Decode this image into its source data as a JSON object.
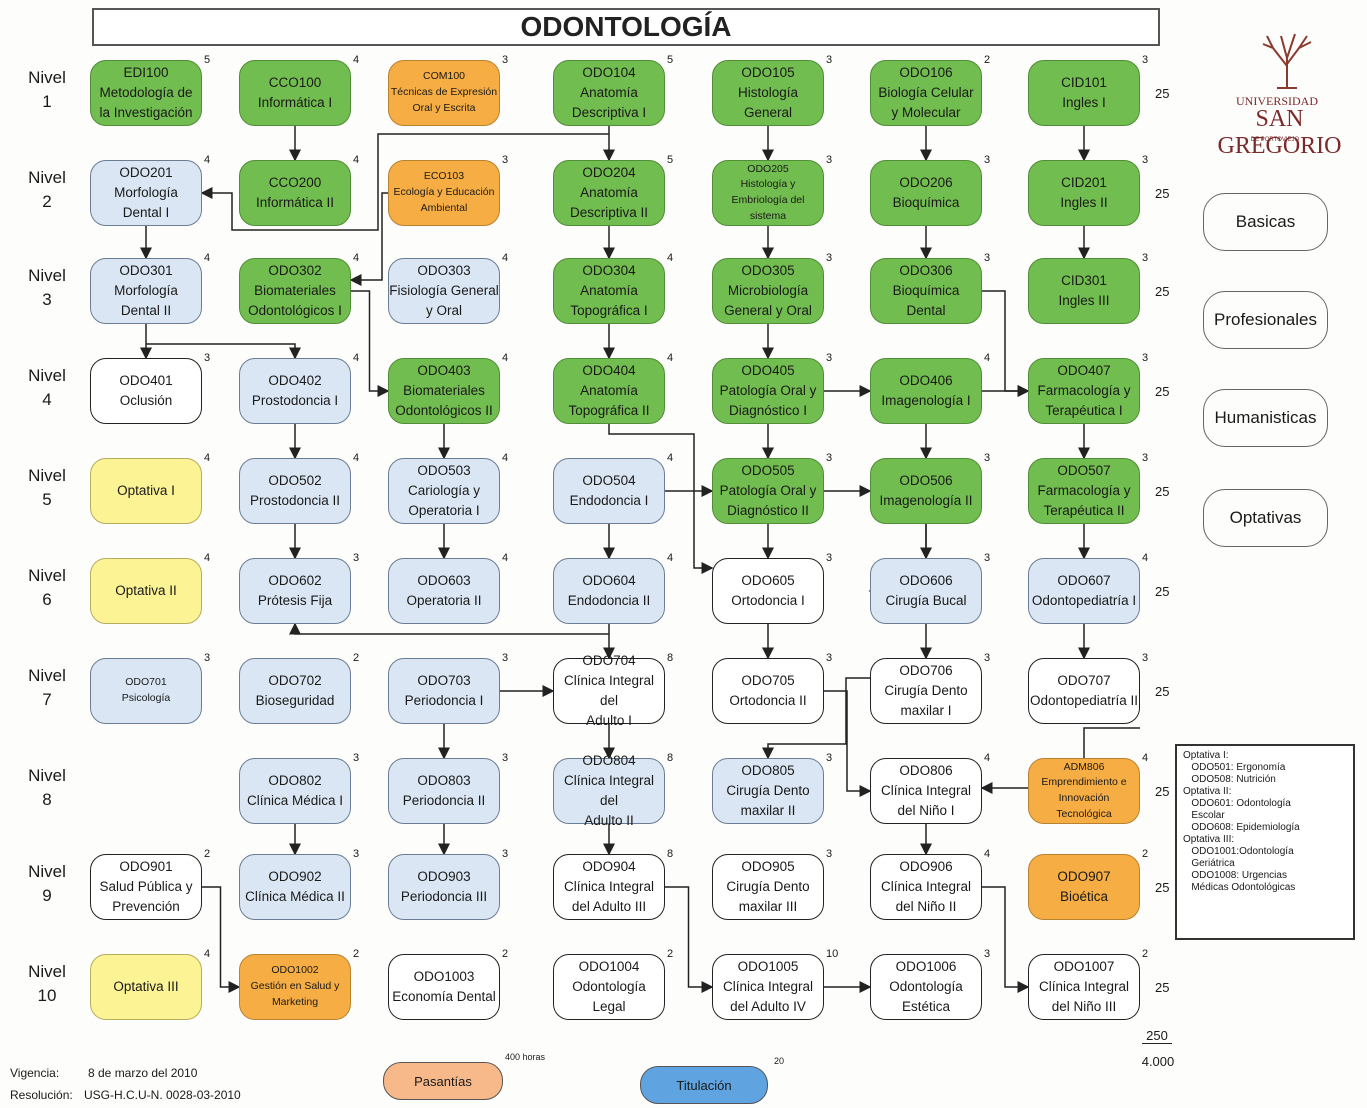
{
  "title": "ODONTOLOGÍA",
  "levels": [
    {
      "label": "Nivel",
      "num": "1"
    },
    {
      "label": "Nivel",
      "num": "2"
    },
    {
      "label": "Nivel",
      "num": "3"
    },
    {
      "label": "Nivel",
      "num": "4"
    },
    {
      "label": "Nivel",
      "num": "5"
    },
    {
      "label": "Nivel",
      "num": "6"
    },
    {
      "label": "Nivel",
      "num": "7"
    },
    {
      "label": "Nivel",
      "num": "8"
    },
    {
      "label": "Nivel",
      "num": "9"
    },
    {
      "label": "Nivel",
      "num": "10"
    }
  ],
  "courses": [
    {
      "id": "c1_1",
      "text": "EDI100\nMetodología de\nla Investigación",
      "credits": "5",
      "color": "green"
    },
    {
      "id": "c1_2",
      "text": "CCO100\nInformática I",
      "credits": "4",
      "color": "green"
    },
    {
      "id": "c1_3",
      "text": "COM100\nTécnicas de Expresión\nOral y Escrita",
      "credits": "3",
      "color": "orange",
      "small": true
    },
    {
      "id": "c1_4",
      "text": "ODO104\nAnatomía\nDescriptiva I",
      "credits": "5",
      "color": "green"
    },
    {
      "id": "c1_5",
      "text": "ODO105\nHistología\nGeneral",
      "credits": "3",
      "color": "green"
    },
    {
      "id": "c1_6",
      "text": "ODO106\nBiología Celular\ny Molecular",
      "credits": "2",
      "color": "green"
    },
    {
      "id": "c1_7",
      "text": "CID101\nIngles I",
      "credits": "3",
      "color": "green"
    },
    {
      "id": "c2_1",
      "text": "ODO201\nMorfología\nDental I",
      "credits": "4",
      "color": "blue"
    },
    {
      "id": "c2_2",
      "text": "CCO200\nInformática II",
      "credits": "4",
      "color": "green"
    },
    {
      "id": "c2_3",
      "text": "ECO103\nEcología y Educación\nAmbiental",
      "credits": "3",
      "color": "orange",
      "small": true
    },
    {
      "id": "c2_4",
      "text": "ODO204\nAnatomía\nDescriptiva II",
      "credits": "5",
      "color": "green"
    },
    {
      "id": "c2_5",
      "text": "ODO205\nHistología y\nEmbriología del\nsistema",
      "credits": "3",
      "color": "green",
      "small": true
    },
    {
      "id": "c2_6",
      "text": "ODO206\nBioquímica",
      "credits": "3",
      "color": "green"
    },
    {
      "id": "c2_7",
      "text": "CID201\nIngles II",
      "credits": "3",
      "color": "green"
    },
    {
      "id": "c3_1",
      "text": "ODO301\nMorfología\nDental II",
      "credits": "4",
      "color": "blue"
    },
    {
      "id": "c3_2",
      "text": "ODO302\nBiomateriales\nOdontológicos I",
      "credits": "4",
      "color": "green"
    },
    {
      "id": "c3_3",
      "text": "ODO303\nFisiología General\ny Oral",
      "credits": "4",
      "color": "blue"
    },
    {
      "id": "c3_4",
      "text": "ODO304\nAnatomía\nTopográfica I",
      "credits": "4",
      "color": "green"
    },
    {
      "id": "c3_5",
      "text": "ODO305\nMicrobiología\nGeneral y Oral",
      "credits": "3",
      "color": "green"
    },
    {
      "id": "c3_6",
      "text": "ODO306\nBioquímica\nDental",
      "credits": "3",
      "color": "green"
    },
    {
      "id": "c3_7",
      "text": "CID301\nIngles III",
      "credits": "3",
      "color": "green"
    },
    {
      "id": "c4_1",
      "text": "ODO401\nOclusión",
      "credits": "3",
      "color": "white"
    },
    {
      "id": "c4_2",
      "text": "ODO402\nProstodoncia I",
      "credits": "4",
      "color": "blue"
    },
    {
      "id": "c4_3",
      "text": "ODO403\nBiomateriales\nOdontológicos II",
      "credits": "4",
      "color": "green"
    },
    {
      "id": "c4_4",
      "text": "ODO404\nAnatomía\nTopográfica II",
      "credits": "4",
      "color": "green"
    },
    {
      "id": "c4_5",
      "text": "ODO405\nPatología Oral y\nDiagnóstico I",
      "credits": "3",
      "color": "green"
    },
    {
      "id": "c4_6",
      "text": "ODO406\nImagenología I",
      "credits": "4",
      "color": "green"
    },
    {
      "id": "c4_7",
      "text": "ODO407\nFarmacología y\nTerapéutica I",
      "credits": "3",
      "color": "green"
    },
    {
      "id": "c5_1",
      "text": "Optativa I",
      "credits": "4",
      "color": "yellow"
    },
    {
      "id": "c5_2",
      "text": "ODO502\nProstodoncia II",
      "credits": "4",
      "color": "blue"
    },
    {
      "id": "c5_3",
      "text": "ODO503\nCariología y\nOperatoria I",
      "credits": "4",
      "color": "blue"
    },
    {
      "id": "c5_4",
      "text": "ODO504\nEndodoncia I",
      "credits": "4",
      "color": "blue"
    },
    {
      "id": "c5_5",
      "text": "ODO505\nPatología Oral y\nDiagnóstico II",
      "credits": "3",
      "color": "green"
    },
    {
      "id": "c5_6",
      "text": "ODO506\nImagenología II",
      "credits": "3",
      "color": "green"
    },
    {
      "id": "c5_7",
      "text": "ODO507\nFarmacología y\nTerapéutica II",
      "credits": "3",
      "color": "green"
    },
    {
      "id": "c6_1",
      "text": "Optativa II",
      "credits": "4",
      "color": "yellow"
    },
    {
      "id": "c6_2",
      "text": "ODO602\nPrótesis Fija",
      "credits": "3",
      "color": "blue"
    },
    {
      "id": "c6_3",
      "text": "ODO603\nOperatoria II",
      "credits": "4",
      "color": "blue"
    },
    {
      "id": "c6_4",
      "text": "ODO604\nEndodoncia II",
      "credits": "4",
      "color": "blue"
    },
    {
      "id": "c6_5",
      "text": "ODO605\nOrtodoncia I",
      "credits": "3",
      "color": "white"
    },
    {
      "id": "c6_6",
      "text": "ODO606\nCirugía Bucal",
      "credits": "3",
      "color": "blue"
    },
    {
      "id": "c6_7",
      "text": "ODO607\nOdontopediatría I",
      "credits": "4",
      "color": "blue"
    },
    {
      "id": "c7_1",
      "text": "ODO701\nPsicología",
      "credits": "3",
      "color": "blue",
      "small": true
    },
    {
      "id": "c7_2",
      "text": "ODO702\nBioseguridad",
      "credits": "2",
      "color": "blue"
    },
    {
      "id": "c7_3",
      "text": "ODO703\nPeriodoncia I",
      "credits": "3",
      "color": "blue"
    },
    {
      "id": "c7_4",
      "text": "ODO704\nClínica Integral del\nAdulto I",
      "credits": "8",
      "color": "white"
    },
    {
      "id": "c7_5",
      "text": "ODO705\nOrtodoncia II",
      "credits": "3",
      "color": "white"
    },
    {
      "id": "c7_6",
      "text": "ODO706\nCirugía Dento\nmaxilar I",
      "credits": "3",
      "color": "white"
    },
    {
      "id": "c7_7",
      "text": "ODO707\nOdontopediatría II",
      "credits": "3",
      "color": "white"
    },
    {
      "id": "c8_2",
      "text": "ODO802\nClínica Médica I",
      "credits": "3",
      "color": "blue"
    },
    {
      "id": "c8_3",
      "text": "ODO803\nPeriodoncia II",
      "credits": "3",
      "color": "blue"
    },
    {
      "id": "c8_4",
      "text": "ODO804\nClínica Integral del\nAdulto II",
      "credits": "8",
      "color": "blue"
    },
    {
      "id": "c8_5",
      "text": "ODO805\nCirugía Dento\nmaxilar II",
      "credits": "3",
      "color": "blue"
    },
    {
      "id": "c8_6",
      "text": "ODO806\nClínica Integral\ndel Niño I",
      "credits": "4",
      "color": "white"
    },
    {
      "id": "c8_7",
      "text": "ADM806\nEmprendimiento e\nInnovación\nTecnológica",
      "credits": "4",
      "color": "orange",
      "small": true
    },
    {
      "id": "c9_1",
      "text": "ODO901\nSalud Pública y\nPrevención",
      "credits": "2",
      "color": "white"
    },
    {
      "id": "c9_2",
      "text": "ODO902\nClínica Médica II",
      "credits": "3",
      "color": "blue"
    },
    {
      "id": "c9_3",
      "text": "ODO903\nPeriodoncia III",
      "credits": "3",
      "color": "blue"
    },
    {
      "id": "c9_4",
      "text": "ODO904\nClínica Integral\ndel Adulto III",
      "credits": "8",
      "color": "white"
    },
    {
      "id": "c9_5",
      "text": "ODO905\nCirugía Dento\nmaxilar III",
      "credits": "3",
      "color": "white"
    },
    {
      "id": "c9_6",
      "text": "ODO906\nClínica Integral\ndel Niño II",
      "credits": "4",
      "color": "white"
    },
    {
      "id": "c9_7",
      "text": "ODO907\nBioética",
      "credits": "2",
      "color": "orange"
    },
    {
      "id": "c10_1",
      "text": "Optativa III",
      "credits": "4",
      "color": "yellow"
    },
    {
      "id": "c10_2",
      "text": "ODO1002\nGestión en Salud y\nMarketing",
      "credits": "2",
      "color": "orange",
      "small": true
    },
    {
      "id": "c10_3",
      "text": "ODO1003\nEconomía Dental",
      "credits": "2",
      "color": "white"
    },
    {
      "id": "c10_4",
      "text": "ODO1004\nOdontología\nLegal",
      "credits": "2",
      "color": "white"
    },
    {
      "id": "c10_5",
      "text": "ODO1005\nClínica Integral\ndel Adulto IV",
      "credits": "10",
      "color": "white"
    },
    {
      "id": "c10_6",
      "text": "ODO1006\nOdontología\nEstética",
      "credits": "3",
      "color": "white"
    },
    {
      "id": "c10_7",
      "text": "ODO1007\nClínica Integral\ndel Niño III",
      "credits": "2",
      "color": "white"
    }
  ],
  "level_totals": [
    "25",
    "25",
    "25",
    "25",
    "25",
    "25",
    "25",
    "25",
    "25",
    "25"
  ],
  "grand_total": {
    "sum": "250",
    "total_hours": "4.000"
  },
  "university": {
    "line1": "UNIVERSIDAD",
    "line2": "SAN GREGORIO",
    "subtitle": "DE PORTOVIEJO"
  },
  "legend": [
    {
      "label": "Basicas",
      "color": "#5fae46"
    },
    {
      "label": "Profesionales",
      "color": "#dae6f3"
    },
    {
      "label": "Humanisticas",
      "color": "#f6ad44"
    },
    {
      "label": "Optativas",
      "color": "#fbf394"
    }
  ],
  "optativas_notes": [
    "Optativa I:",
    "   ODO501: Ergonomía",
    "   ODO508: Nutrición",
    "Optativa II:",
    "   ODO601: Odontología\n   Escolar",
    "   ODO608: Epidemiología",
    "Optativa III:",
    "   ODO1001:Odontología\n   Geriátrica",
    "   ODO1008: Urgencias\n   Médicas Odontológicas"
  ],
  "footer": {
    "vigencia_label": "Vigencia:",
    "vigencia_value": "8 de marzo del 2010",
    "resolucion_label": "Resolución:",
    "resolucion_value": "USG-H.C.U-N. 0028-03-2010",
    "pasantias": "Pasantías",
    "pasantias_hours": "400 horas",
    "titulacion": "Titulación",
    "titulacion_credits": "20"
  }
}
